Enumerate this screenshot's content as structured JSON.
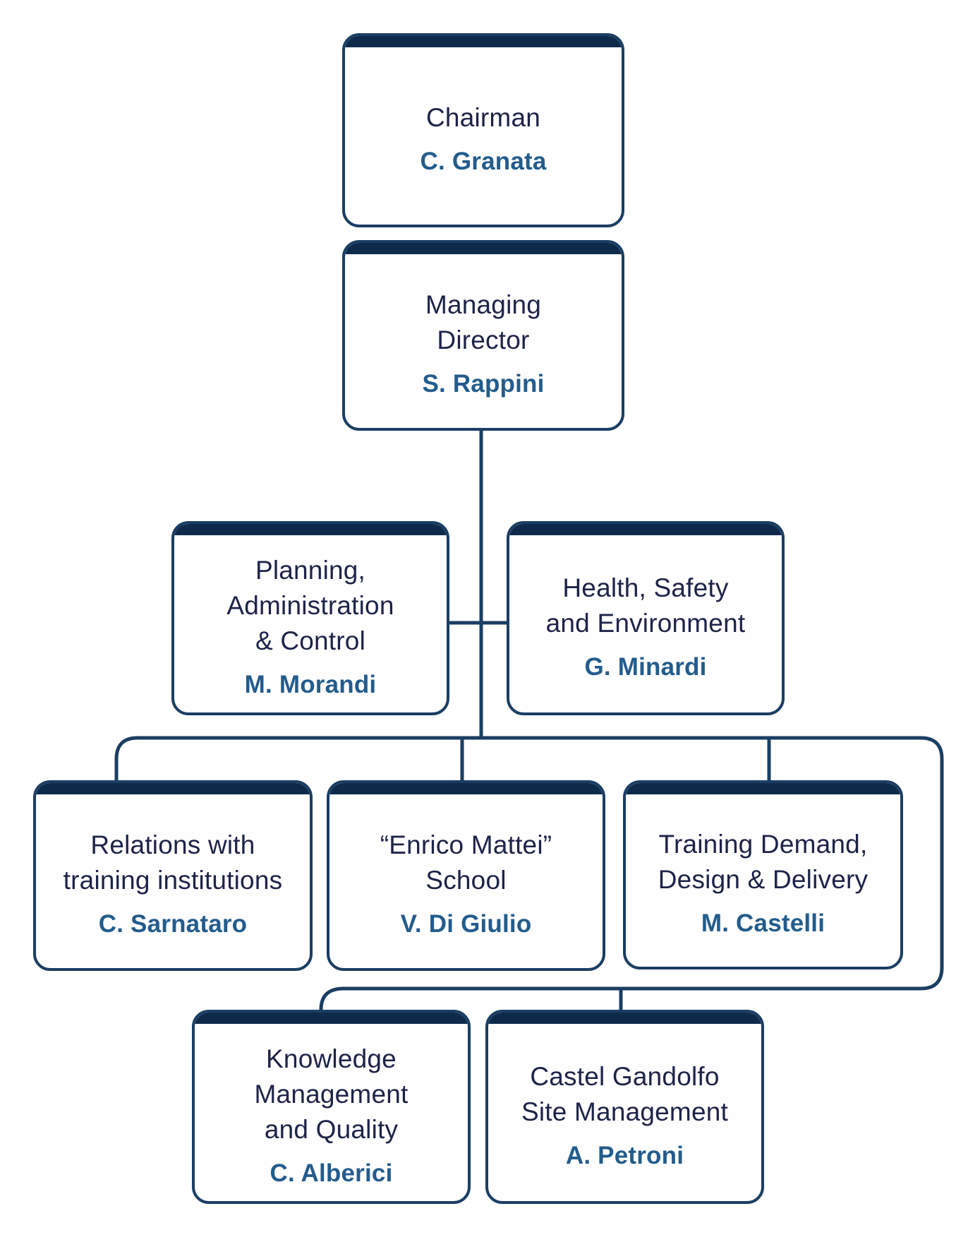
{
  "palette": {
    "background": "#ffffff",
    "box_background": "#fefeff",
    "box_border": "#1b3e63",
    "header_bar": "#0d2a4b",
    "connector_line": "#1b3e63",
    "title_text": "#1e2348",
    "name_text": "#235c8c"
  },
  "org_chart": {
    "type": "organizational-chart",
    "boxes": [
      {
        "id": "chairman",
        "title": "Chairman",
        "name": "C. Granata"
      },
      {
        "id": "managing-director",
        "title": "Managing\nDirector",
        "name": "S. Rappini"
      },
      {
        "id": "planning-administration-control",
        "title": "Planning,\nAdministration\n& Control",
        "name": "M. Morandi"
      },
      {
        "id": "health-safety-environment",
        "title": "Health, Safety\nand Environment",
        "name": "G. Minardi"
      },
      {
        "id": "relations-training-institutions",
        "title": "Relations with\ntraining institutions",
        "name": "C. Sarnataro"
      },
      {
        "id": "enrico-mattei-school",
        "title": "“Enrico Mattei”\nSchool",
        "name": "V. Di Giulio"
      },
      {
        "id": "training-demand-design-delivery",
        "title": "Training Demand,\nDesign & Delivery",
        "name": "M. Castelli"
      },
      {
        "id": "knowledge-management-quality",
        "title": "Knowledge\nManagement\nand Quality",
        "name": "C. Alberici"
      },
      {
        "id": "castel-gandolfo-site-management",
        "title": "Castel Gandolfo\nSite Management",
        "name": "A. Petroni"
      }
    ],
    "reporting_edges": [
      "chairman > managing-director",
      "managing-director > planning-administration-control",
      "managing-director > health-safety-environment",
      "managing-director > relations-training-institutions",
      "managing-director > enrico-mattei-school",
      "managing-director > training-demand-design-delivery",
      "managing-director > knowledge-management-quality",
      "managing-director > castel-gandolfo-site-management"
    ]
  }
}
